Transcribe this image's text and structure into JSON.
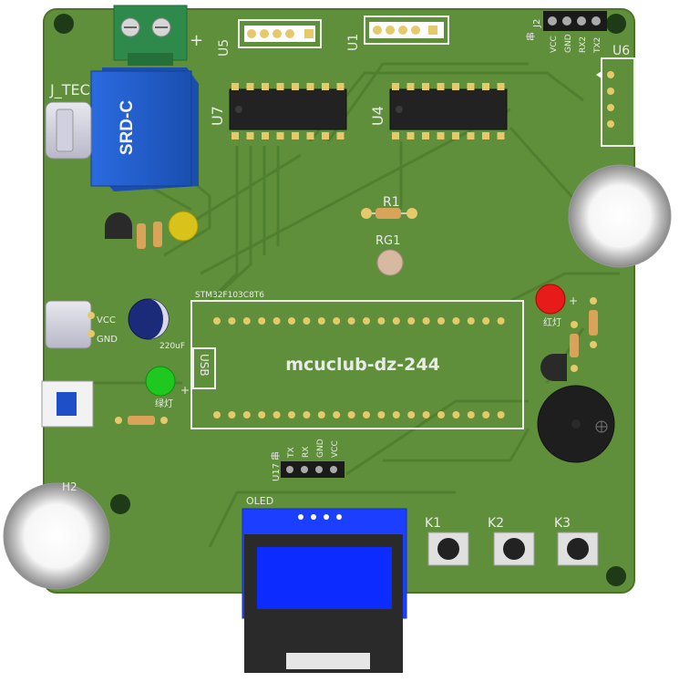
{
  "board": {
    "name": "mcuclub-dz-244",
    "colors": {
      "pcb": "#5f8f3a",
      "pcb_edge": "#4e7a2e",
      "silk": "#eeeeee",
      "trace": "#4f8030",
      "pad": "#d8c26a",
      "ic": "#222222",
      "relay": "#1f5fc8",
      "oled": "#1c3fff",
      "terminal": "#2e8a4a"
    }
  },
  "labels": {
    "relay": "SRD-C",
    "j_tec": "J_TEC",
    "u5": "U5",
    "u1": "U1",
    "u7": "U7",
    "u4": "U4",
    "u6": "U6",
    "j2": "J2",
    "j2_pins": [
      "VCC",
      "GND",
      "RX2",
      "TX2"
    ],
    "j2_chip_mark": "串",
    "plus": "+",
    "r1": "R1",
    "rg1": "RG1",
    "mcu_module": "STM32F103C8T6",
    "usb": "USB",
    "cap": "220uF",
    "vcc": "VCC",
    "gnd": "GND",
    "green_led": "绿灯",
    "red_led": "红灯",
    "led_plus": "+",
    "red_plus": "+",
    "u17": "U17",
    "u17_pins": [
      "TX",
      "RX",
      "GND",
      "VCC"
    ],
    "u17_chip_mark": "串",
    "oled": "OLED",
    "k1": "K1",
    "k2": "K2",
    "k3": "K3",
    "h2": "H2"
  }
}
